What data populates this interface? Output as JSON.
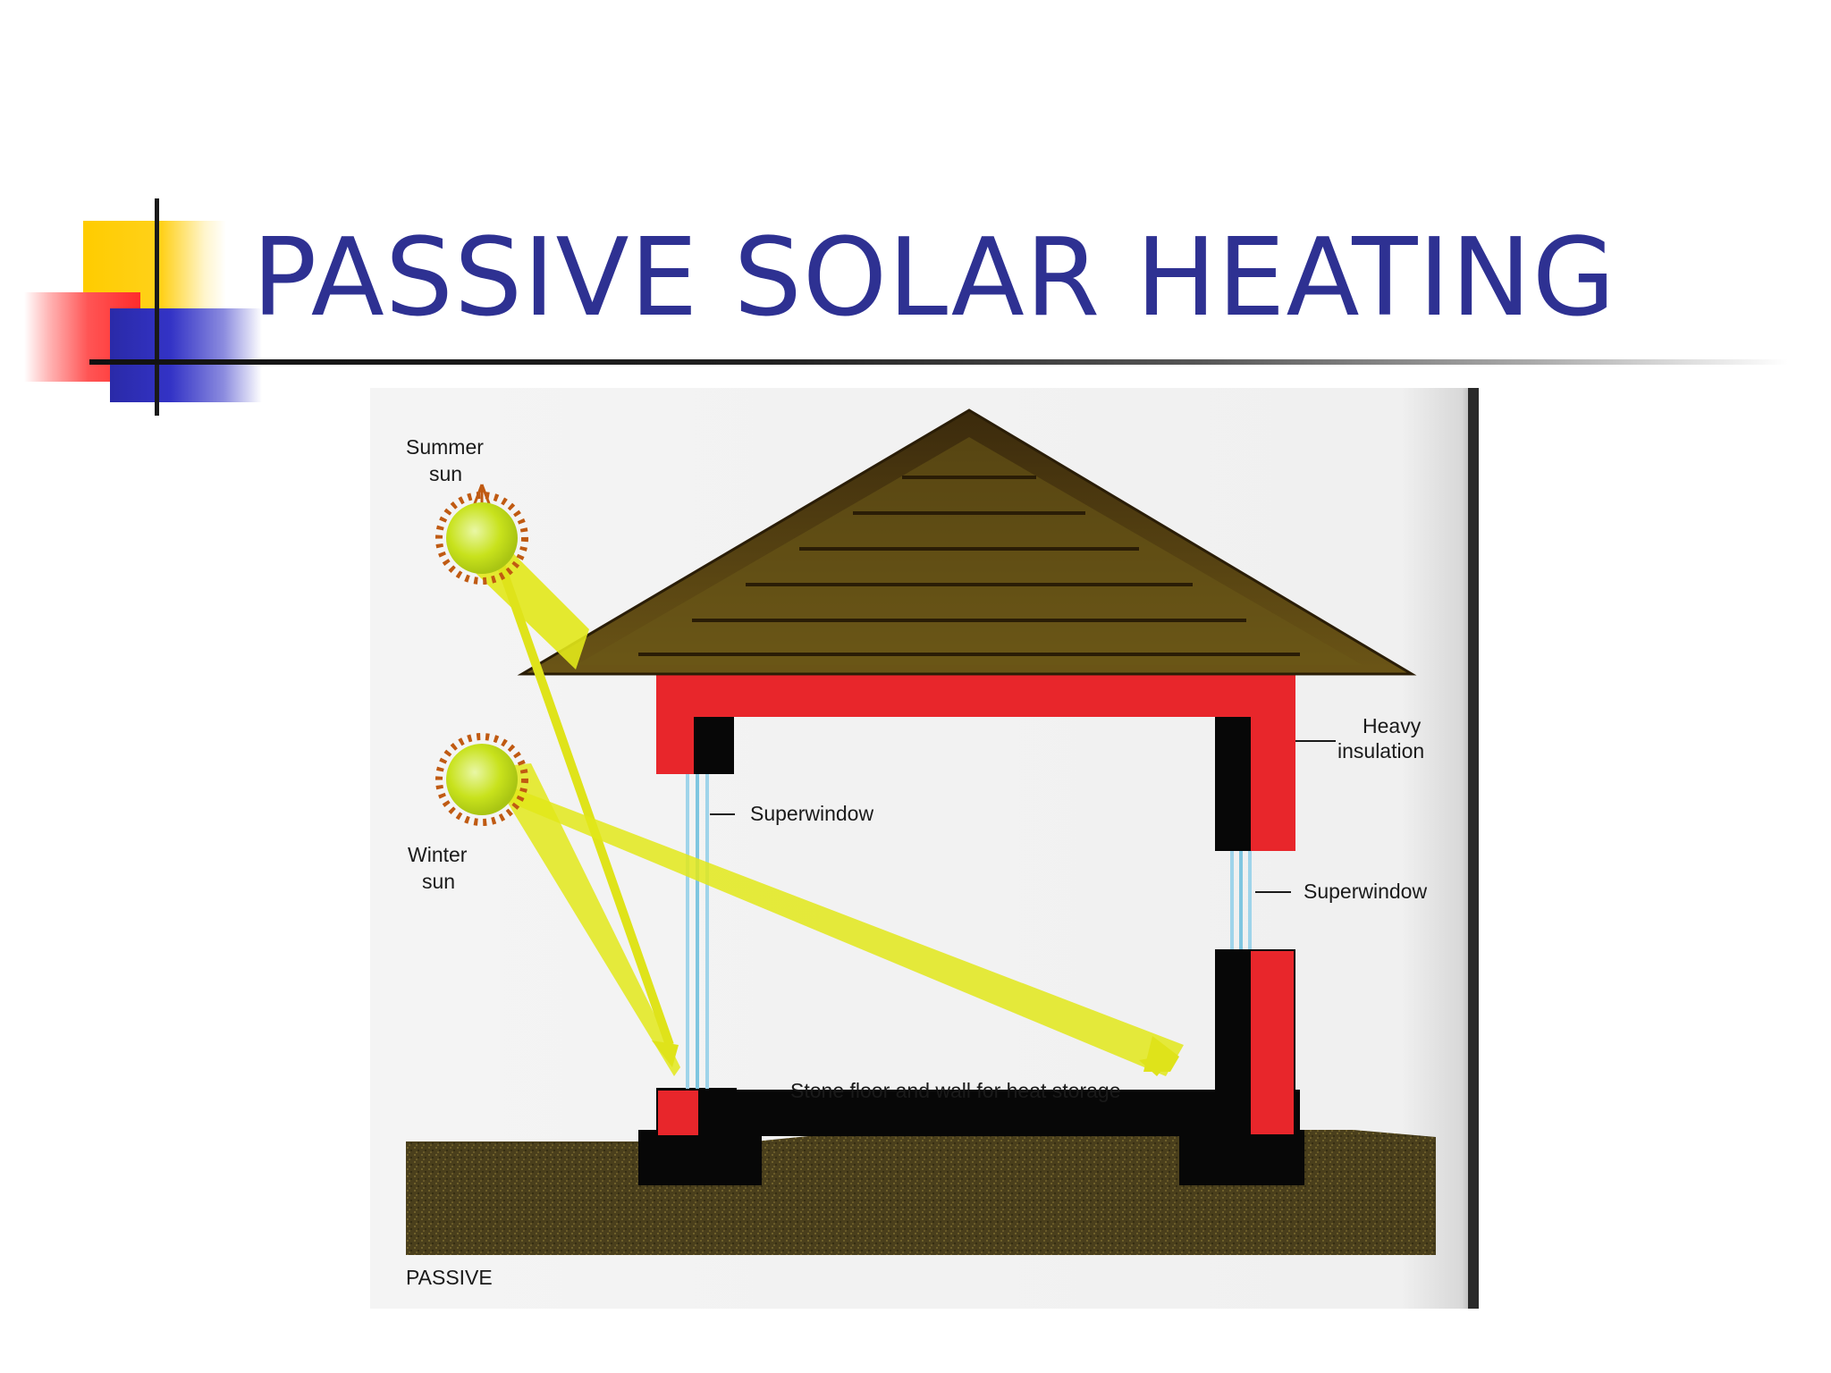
{
  "slide": {
    "title": "PASSIVE SOLAR HEATING"
  },
  "diagram": {
    "labels": {
      "summer_sun_line1": "Summer",
      "summer_sun_line2": "sun",
      "winter_sun_line1": "Winter",
      "winter_sun_line2": "sun",
      "superwindow_left": "Superwindow",
      "superwindow_right": "Superwindow",
      "heavy_insulation_line1": "Heavy",
      "heavy_insulation_line2": "insulation",
      "stone_floor": "Stone floor and wall for heat storage",
      "caption": "PASSIVE"
    },
    "colors": {
      "insulation": "#e8262b",
      "sun": "#c8e21c",
      "sun_rays": "#c05a12",
      "sunbeam": "#e2e81a",
      "roof": "#5a4312",
      "ground": "#4a3f1c",
      "glass": "#7fc6e0",
      "title": "#2e3192"
    }
  }
}
